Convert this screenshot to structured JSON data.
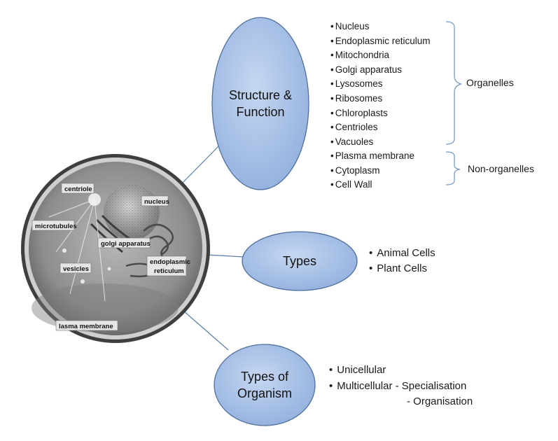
{
  "cell_image": {
    "labels": {
      "centriole": "centriole",
      "nucleus": "nucleus",
      "microtubules": "microtubules",
      "golgi": "golgi apparatus",
      "endoplasmic": [
        "endoplasmic",
        "reticulum"
      ],
      "vesicles": "vesicles",
      "plasma": "lasma membrane"
    }
  },
  "nodes": {
    "structure": {
      "lines": [
        "Structure &",
        "Function"
      ]
    },
    "types": {
      "lines": [
        "Types"
      ]
    },
    "organism": {
      "lines": [
        "Types of",
        "Organism"
      ]
    }
  },
  "organelles": {
    "items": [
      "Nucleus",
      "Endoplasmic reticulum",
      "Mitochondria",
      "Golgi apparatus",
      "Lysosomes",
      "Ribosomes",
      "Chloroplasts",
      "Centrioles",
      "Vacuoles"
    ],
    "brace_label": "Organelles"
  },
  "non_organelles": {
    "items": [
      "Plasma membrane",
      "Cytoplasm",
      "Cell Wall"
    ],
    "brace_label": "Non-organelles"
  },
  "types_list": {
    "items": [
      "Animal Cells",
      "Plant Cells"
    ]
  },
  "organism_list": {
    "bullet": "•",
    "items": [
      "Unicellular",
      "Multicellular - Specialisation"
    ],
    "continuation": "- Organisation"
  },
  "colors": {
    "node_fill": "#a9c2e8",
    "node_stroke": "#4f6f9c",
    "connector": "#5b7fa6",
    "brace": "#7a9cc4",
    "cell_outer": "#3a3a3a",
    "cell_body": "#9a9a9a"
  }
}
